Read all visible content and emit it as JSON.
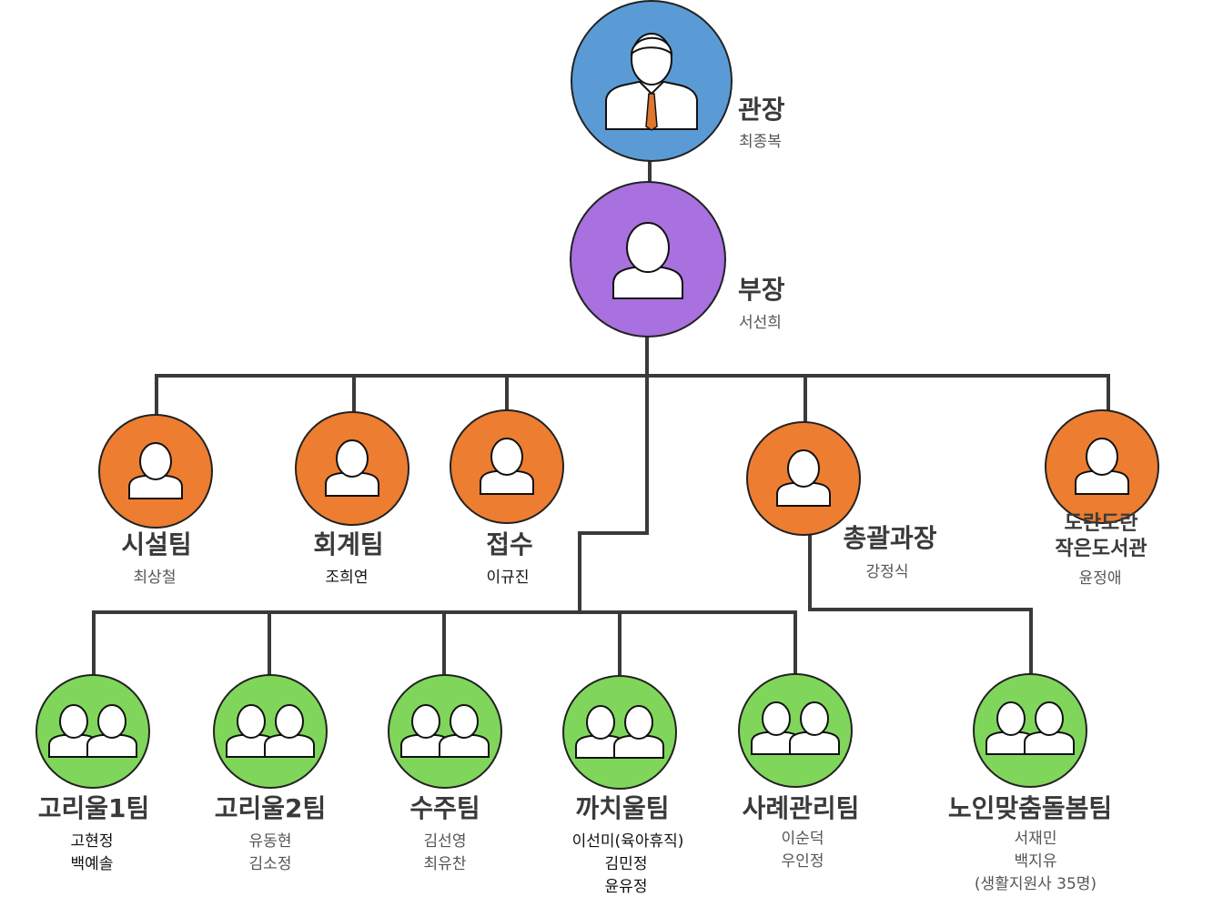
{
  "colors": {
    "director": "#5b9bd5",
    "deputy": "#a970e0",
    "team_lead": "#ed7d31",
    "sub_team": "#80d65a",
    "line": "#3a3a3a"
  },
  "director": {
    "title": "관장",
    "name": "최종복"
  },
  "deputy": {
    "title": "부장",
    "name": "서선희"
  },
  "teams": [
    {
      "title": "시설팀",
      "names": [
        "최상철"
      ]
    },
    {
      "title": "회계팀",
      "names": [
        "조희연"
      ]
    },
    {
      "title": "접수",
      "names": [
        "이규진"
      ]
    },
    {
      "title": "총괄과장",
      "names": [
        "강정식"
      ]
    },
    {
      "title_lines": [
        "도란도란",
        "작은도서관"
      ],
      "names": [
        "윤정애"
      ]
    }
  ],
  "sub_teams": [
    {
      "title": "고리울1팀",
      "names": [
        "고현정",
        "백예솔"
      ]
    },
    {
      "title": "고리울2팀",
      "names": [
        "유동현",
        "김소정"
      ]
    },
    {
      "title": "수주팀",
      "names": [
        "김선영",
        "최유찬"
      ]
    },
    {
      "title": "까치울팀",
      "names": [
        "이선미(육아휴직)",
        "김민정",
        "윤유정"
      ]
    },
    {
      "title": "사례관리팀",
      "names": [
        "이순덕",
        "우인정"
      ]
    },
    {
      "title": "노인맞춤돌봄팀",
      "names": [
        "서재민",
        "백지유",
        "(생활지원사 35명)"
      ]
    }
  ]
}
